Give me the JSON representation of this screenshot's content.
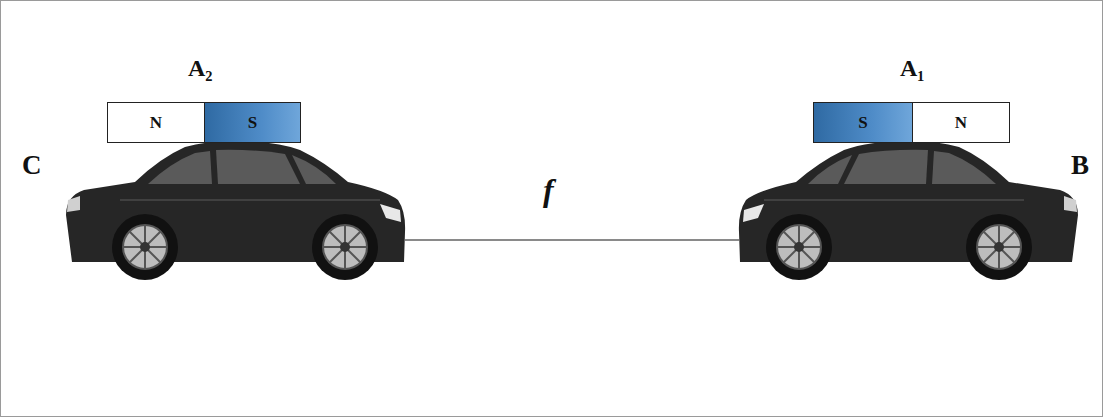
{
  "diagram": {
    "nodes": [
      {
        "text": [
          "N"
        ]
      },
      {
        "text": [
          "S"
        ]
      },
      {
        "text": [
          "S"
        ]
      },
      {
        "text": [
          "N"
        ]
      }
    ],
    "labels": [
      "A₂",
      "A₁",
      "C",
      "B",
      "f"
    ]
  }
}
